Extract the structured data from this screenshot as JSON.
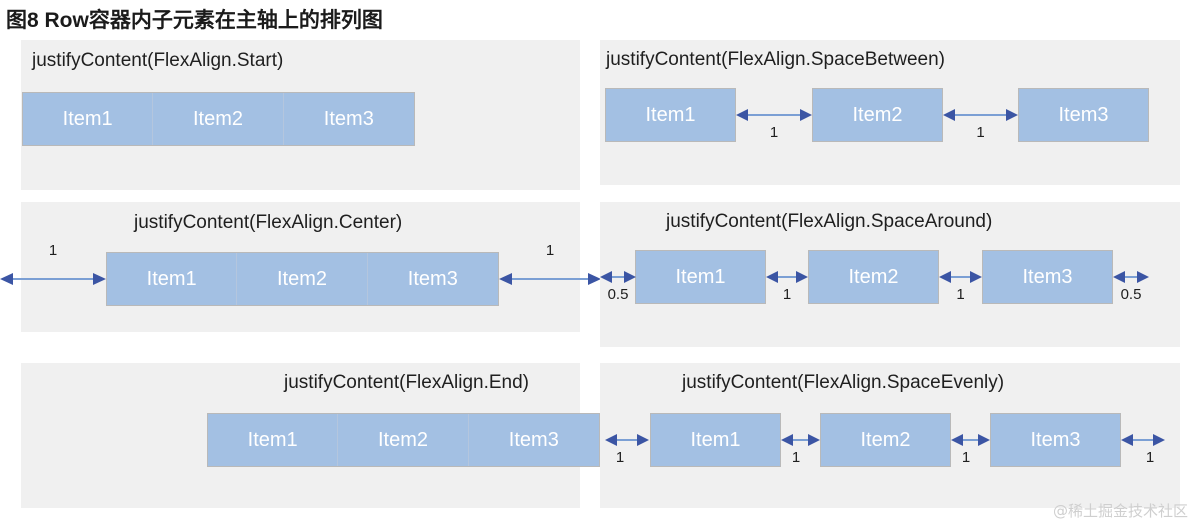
{
  "title": "图8 Row容器内子元素在主轴上的排列图",
  "watermark": "@稀土掘金技术社区",
  "colors": {
    "panel_background": "#f0f0f0",
    "item_fill": "#a3c0e3",
    "item_text": "#ffffff",
    "arrow_line": "#7b9fd4",
    "arrow_head": "#3b55a4",
    "title_text": "#1b1b1b",
    "watermark_text": "#cfcfcf"
  },
  "items": {
    "one": "Item1",
    "two": "Item2",
    "three": "Item3"
  },
  "panels": [
    {
      "id": "start",
      "caption": "justifyContent(FlexAlign.Start)",
      "items": [
        "Item1",
        "Item2",
        "Item3"
      ],
      "gaps": []
    },
    {
      "id": "space-between",
      "caption": "justifyContent(FlexAlign.SpaceBetween)",
      "items": [
        "Item1",
        "Item2",
        "Item3"
      ],
      "gaps": [
        "1",
        "1"
      ]
    },
    {
      "id": "center",
      "caption": "justifyContent(FlexAlign.Center)",
      "items": [
        "Item1",
        "Item2",
        "Item3"
      ],
      "gaps": [
        "1",
        "1"
      ]
    },
    {
      "id": "space-around",
      "caption": "justifyContent(FlexAlign.SpaceAround)",
      "items": [
        "Item1",
        "Item2",
        "Item3"
      ],
      "gaps": [
        "0.5",
        "1",
        "1",
        "0.5"
      ]
    },
    {
      "id": "end",
      "caption": "justifyContent(FlexAlign.End)",
      "items": [
        "Item1",
        "Item2",
        "Item3"
      ],
      "gaps": []
    },
    {
      "id": "space-evenly",
      "caption": "justifyContent(FlexAlign.SpaceEvenly)",
      "items": [
        "Item1",
        "Item2",
        "Item3"
      ],
      "gaps": [
        "1",
        "1",
        "1",
        "1"
      ]
    }
  ]
}
